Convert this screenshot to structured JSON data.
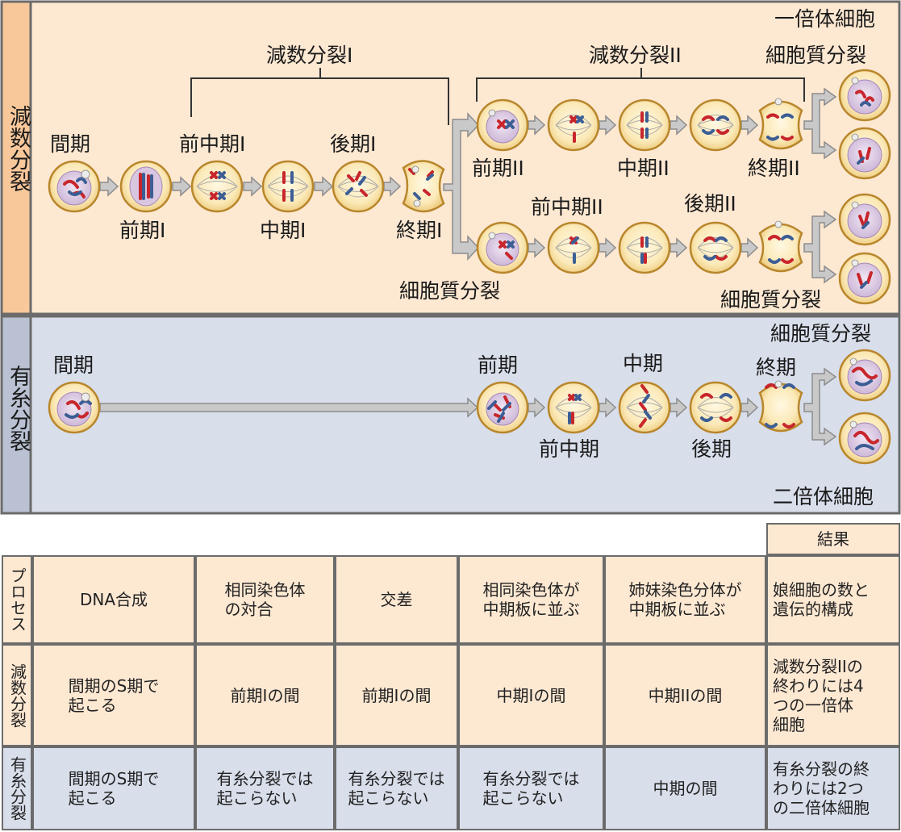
{
  "labels": {
    "haploid": "一倍体細胞",
    "meiosis_I": "減数分裂I",
    "meiosis_II": "減数分裂II",
    "cytokinesis_top": "細胞質分裂",
    "meiosis_row": "減数分裂",
    "interphase_meio": "間期",
    "prophase_I": "前期I",
    "prometaphase_I": "前中期I",
    "metaphase_I": "中期I",
    "anaphase_I": "後期I",
    "telophase_I": "終期I",
    "prophase_II": "前期II",
    "metaphase_II": "中期II",
    "telophase_II": "終期II",
    "prometaphase_II": "前中期II",
    "anaphase_II": "後期II",
    "cytokinesis_mid": "細胞質分裂",
    "cytokinesis_low": "細胞質分裂",
    "mitosis_row": "有糸分裂",
    "cytokinesis_mito": "細胞質分裂",
    "interphase_mito": "間期",
    "prophase": "前期",
    "metaphase": "中期",
    "telophase": "終期",
    "prometaphase": "前中期",
    "anaphase": "後期",
    "diploid": "二倍体細胞"
  },
  "table": {
    "result_header": "結果",
    "process_header": "プロセス",
    "headers": [
      "DNA合成",
      "相同染色体\nの対合",
      "交差",
      "相同染色体が\n中期板に並ぶ",
      "姉妹染色分体が\n中期板に並ぶ",
      "娘細胞の数と\n遺伝的構成"
    ],
    "meiosis_label": "減数分裂",
    "meiosis": [
      "間期のS期で\n起こる",
      "前期Iの間",
      "前期Iの間",
      "中期Iの間",
      "中期IIの間",
      "減数分裂IIの\n終わりには4\nつの一倍体\n細胞"
    ],
    "mitosis_label": "有糸分裂",
    "mitosis": [
      "間期のS期で\n起こる",
      "有糸分裂では\n起こらない",
      "有糸分裂では\n起こらない",
      "有糸分裂では\n起こらない",
      "中期の間",
      "有糸分裂の終\nわりには2つ\nの二倍体細胞"
    ]
  },
  "colors": {
    "peach": "#fde8d2",
    "blue": "#d8deea",
    "sidebar_peach": "#f8c79a",
    "sidebar_blue": "#b9c1d2",
    "maternal": "#c8262c",
    "paternal": "#3d5e95"
  }
}
